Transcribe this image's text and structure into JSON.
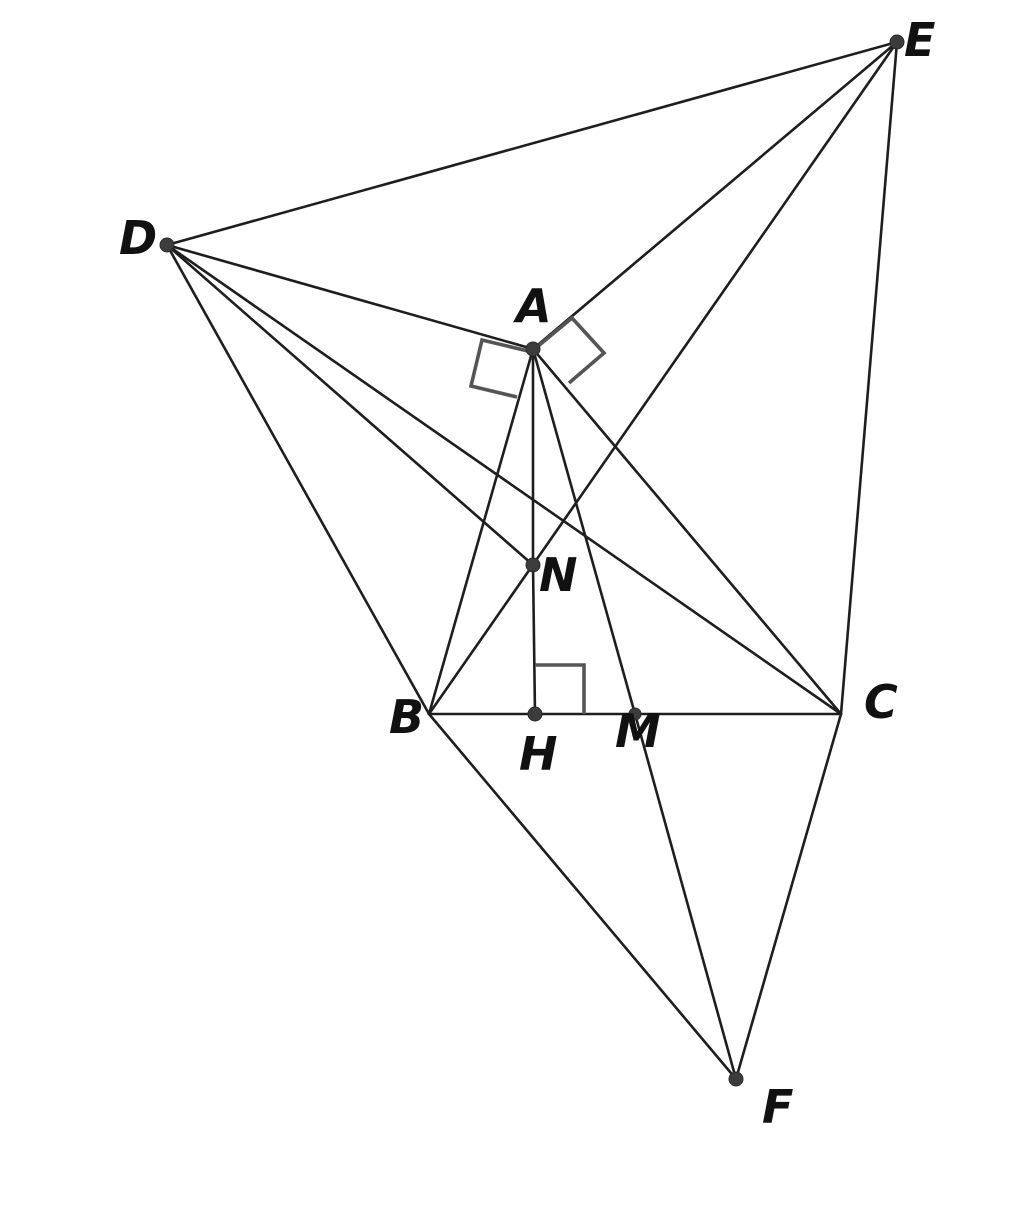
{
  "diagram": {
    "points": [
      {
        "id": "E",
        "label": "E"
      },
      {
        "id": "D",
        "label": "D"
      },
      {
        "id": "A",
        "label": "A"
      },
      {
        "id": "N",
        "label": "N"
      },
      {
        "id": "B",
        "label": "B"
      },
      {
        "id": "H",
        "label": "H"
      },
      {
        "id": "M",
        "label": "M"
      },
      {
        "id": "C",
        "label": "C"
      },
      {
        "id": "F",
        "label": "F"
      }
    ],
    "segments": [
      [
        "D",
        "E"
      ],
      [
        "D",
        "A"
      ],
      [
        "D",
        "B"
      ],
      [
        "D",
        "N"
      ],
      [
        "D",
        "C"
      ],
      [
        "A",
        "E"
      ],
      [
        "B",
        "E"
      ],
      [
        "E",
        "C"
      ],
      [
        "A",
        "B"
      ],
      [
        "A",
        "N"
      ],
      [
        "N",
        "H"
      ],
      [
        "A",
        "M"
      ],
      [
        "A",
        "C"
      ],
      [
        "B",
        "C"
      ],
      [
        "B",
        "F"
      ],
      [
        "M",
        "F"
      ],
      [
        "C",
        "F"
      ]
    ],
    "right_angles": [
      "DAB",
      "EAC",
      "AHC"
    ]
  }
}
